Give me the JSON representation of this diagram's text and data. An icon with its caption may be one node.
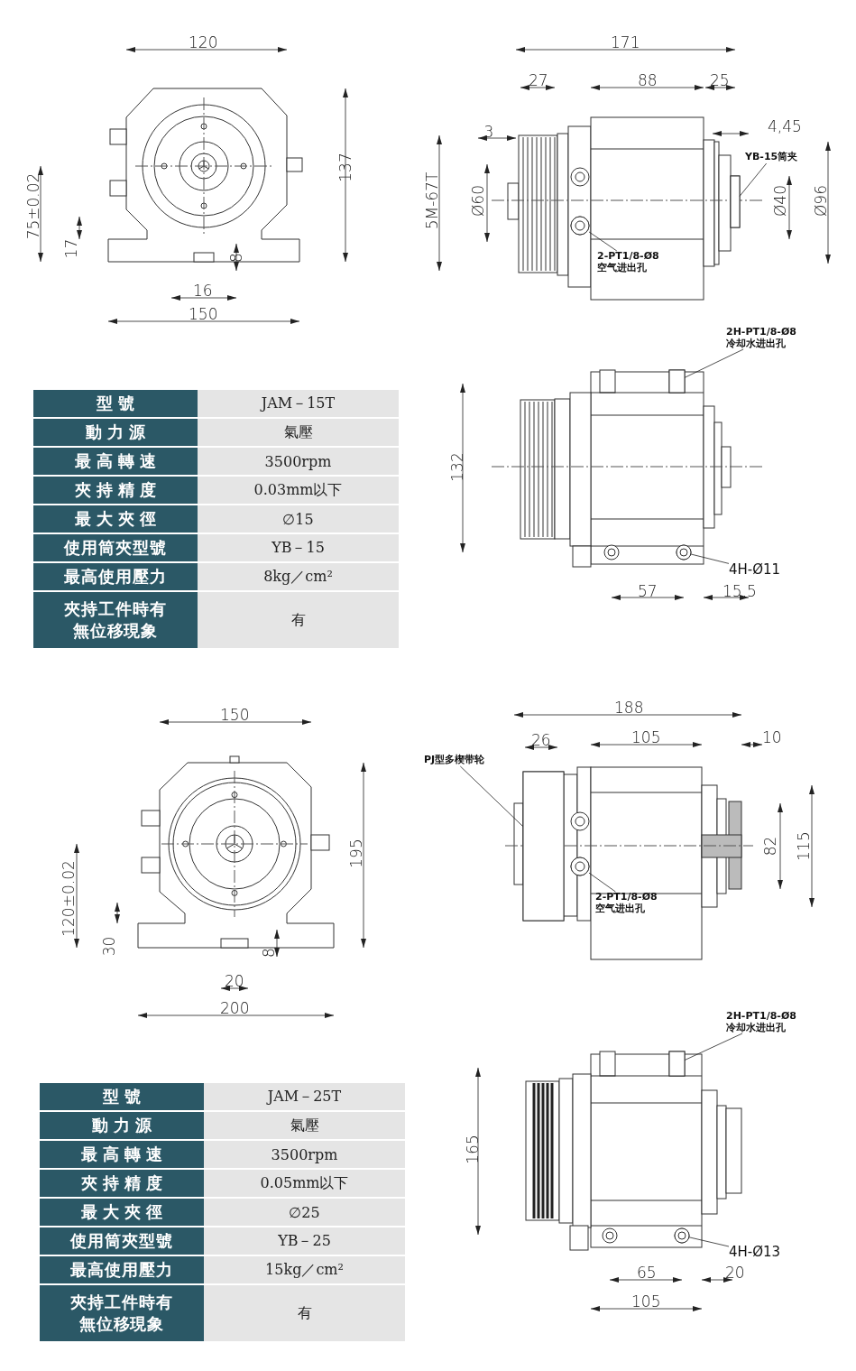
{
  "diagram": {
    "nodes": [
      {
        "text": [
          "YB-15筒夹"
        ]
      },
      {
        "text": [
          "2-PT1/8-Ø8 空气进出孔"
        ]
      },
      {
        "text": [
          "2H-PT1/8-Ø8 冷却水进出孔"
        ]
      },
      {
        "text": [
          "4H-Ø11"
        ]
      },
      {
        "text": [
          "PJ型多楔带轮"
        ]
      },
      {
        "text": [
          "2-PT1/8-Ø8 空气进出孔"
        ]
      },
      {
        "text": [
          "2H-PT1/8-Ø8 冷却水进出孔"
        ]
      },
      {
        "text": [
          "4H-Ø13"
        ]
      },
      {
        "text": [],
        "shape": "box"
      },
      {
        "text": [],
        "shape": "circle"
      },
      {
        "text": [],
        "shape": "box"
      },
      {
        "text": [],
        "shape": "circle"
      },
      {
        "text": [],
        "shape": "box"
      },
      {
        "text": [],
        "shape": "circle"
      },
      {
        "text": [],
        "shape": "box"
      },
      {
        "text": [],
        "shape": "circle"
      }
    ],
    "edges": [
      {
        "from": 0,
        "to": 8,
        "arrow": "none"
      },
      {
        "from": 1,
        "to": 9,
        "arrow": "none"
      },
      {
        "from": 2,
        "to": 10,
        "arrow": "none"
      },
      {
        "from": 3,
        "to": 11,
        "arrow": "none"
      },
      {
        "from": 4,
        "to": 12,
        "arrow": "none"
      },
      {
        "from": 5,
        "to": 13,
        "arrow": "none"
      },
      {
        "from": 6,
        "to": 14,
        "arrow": "none"
      },
      {
        "from": 7,
        "to": 15,
        "arrow": "none"
      }
    ],
    "labels": [
      "120",
      "137",
      "75±0.02",
      "17",
      "8",
      "16",
      "150",
      "171",
      "27",
      "88",
      "25",
      "3",
      "4,45",
      "5M-67T",
      "Ø60",
      "Ø40",
      "Ø96",
      "132",
      "57",
      "15.5",
      "型號",
      "JAM－15T",
      "動力源",
      "氣壓",
      "最高轉速",
      "3500rpm",
      "夾持精度",
      "0.03mm以下",
      "最大夾徑",
      "∅15",
      "使用筒夾型號",
      "YB－15",
      "最高使用壓力",
      "8kg／cm²",
      "夾持工件時有無位移現象",
      "有",
      "150",
      "195",
      "120±0.02",
      "30",
      "8",
      "20",
      "200",
      "188",
      "26",
      "105",
      "10",
      "82",
      "115",
      "165",
      "65",
      "20",
      "105",
      "型號",
      "JAM－25T",
      "動力源",
      "氣壓",
      "最高轉速",
      "3500rpm",
      "夾持精度",
      "0.05mm以下",
      "最大夾徑",
      "∅25",
      "使用筒夾型號",
      "YB－25",
      "最高使用壓力",
      "15kg／cm²",
      "夾持工件時有無位移現象",
      "有"
    ]
  }
}
